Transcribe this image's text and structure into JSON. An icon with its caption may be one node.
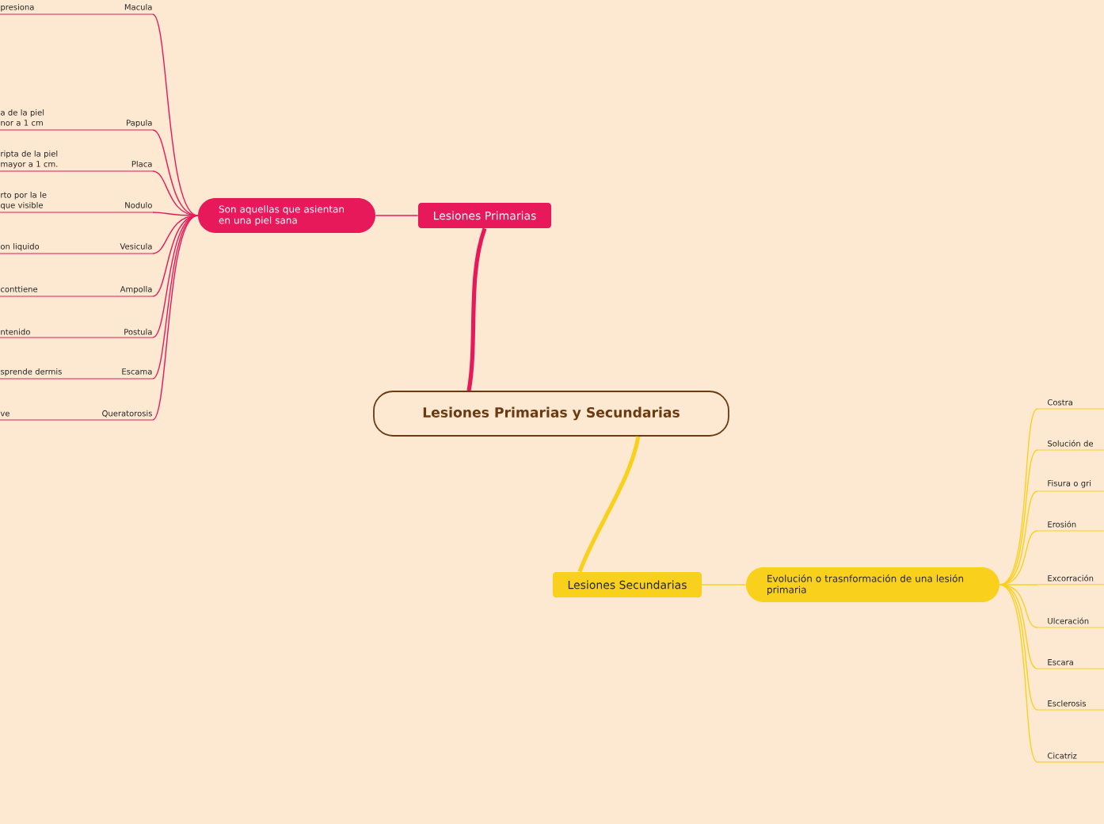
{
  "diagram": {
    "nodes": [
      {
        "text": [
          "Lesiones Primarias y Secundarias"
        ]
      },
      {
        "text": [
          "Lesiones Primarias"
        ]
      },
      {
        "text": [
          "Son aquellas que asientan en una piel sana"
        ]
      },
      {
        "text": [
          "presiona",
          "Macula"
        ]
      },
      {
        "text": [
          "a de la piel nor a 1 cm",
          "Papula"
        ]
      },
      {
        "text": [
          "ripta de la piel mayor a 1 cm.",
          "Placa"
        ]
      },
      {
        "text": [
          "rto por la le que visible",
          "Nodulo"
        ]
      },
      {
        "text": [
          "on liquido",
          "Vesicula"
        ]
      },
      {
        "text": [
          "conttiene",
          "Ampolla"
        ]
      },
      {
        "text": [
          "ntenido",
          "Postula"
        ]
      },
      {
        "text": [
          "sprende dermis",
          "Escama"
        ]
      },
      {
        "text": [
          "ve",
          "Queratorosis"
        ]
      },
      {
        "text": [
          "Lesiones Secundarias"
        ]
      },
      {
        "text": [
          "Evolución o trasnformación de una lesión primaria"
        ]
      },
      {
        "text": [
          "Costra"
        ]
      },
      {
        "text": [
          "Solución de"
        ]
      },
      {
        "text": [
          "Fisura o gri"
        ]
      },
      {
        "text": [
          "Erosión"
        ]
      },
      {
        "text": [
          "Excorración"
        ]
      },
      {
        "text": [
          "Ulceración"
        ]
      },
      {
        "text": [
          "Escara"
        ]
      },
      {
        "text": [
          "Esclerosis"
        ]
      },
      {
        "text": [
          "Cicatriz"
        ]
      }
    ],
    "edges": [
      {
        "from": 0,
        "to": 1,
        "arrow": "none",
        "style": "thick",
        "color": "#e8195a"
      },
      {
        "from": 1,
        "to": 2,
        "arrow": "none",
        "color": "#e8195a"
      },
      {
        "from": 2,
        "to": 3,
        "arrow": "none",
        "color": "#e8195a"
      },
      {
        "from": 2,
        "to": 4,
        "arrow": "none",
        "color": "#e8195a"
      },
      {
        "from": 2,
        "to": 5,
        "arrow": "none",
        "color": "#e8195a"
      },
      {
        "from": 2,
        "to": 6,
        "arrow": "none",
        "color": "#e8195a"
      },
      {
        "from": 2,
        "to": 7,
        "arrow": "none",
        "color": "#e8195a"
      },
      {
        "from": 2,
        "to": 8,
        "arrow": "none",
        "color": "#e8195a"
      },
      {
        "from": 2,
        "to": 9,
        "arrow": "none",
        "color": "#e8195a"
      },
      {
        "from": 2,
        "to": 10,
        "arrow": "none",
        "color": "#e8195a"
      },
      {
        "from": 2,
        "to": 11,
        "arrow": "none",
        "color": "#e8195a"
      },
      {
        "from": 0,
        "to": 12,
        "arrow": "none",
        "style": "thick",
        "color": "#f9d11c"
      },
      {
        "from": 12,
        "to": 13,
        "arrow": "none",
        "color": "#f9d11c"
      },
      {
        "from": 13,
        "to": 14,
        "arrow": "none",
        "color": "#f9d11c"
      },
      {
        "from": 13,
        "to": 15,
        "arrow": "none",
        "color": "#f9d11c"
      },
      {
        "from": 13,
        "to": 16,
        "arrow": "none",
        "color": "#f9d11c"
      },
      {
        "from": 13,
        "to": 17,
        "arrow": "none",
        "color": "#f9d11c"
      },
      {
        "from": 13,
        "to": 18,
        "arrow": "none",
        "color": "#f9d11c"
      },
      {
        "from": 13,
        "to": 19,
        "arrow": "none",
        "color": "#f9d11c"
      },
      {
        "from": 13,
        "to": 20,
        "arrow": "none",
        "color": "#f9d11c"
      },
      {
        "from": 13,
        "to": 21,
        "arrow": "none",
        "color": "#f9d11c"
      },
      {
        "from": 13,
        "to": 22,
        "arrow": "none",
        "color": "#f9d11c"
      }
    ]
  }
}
